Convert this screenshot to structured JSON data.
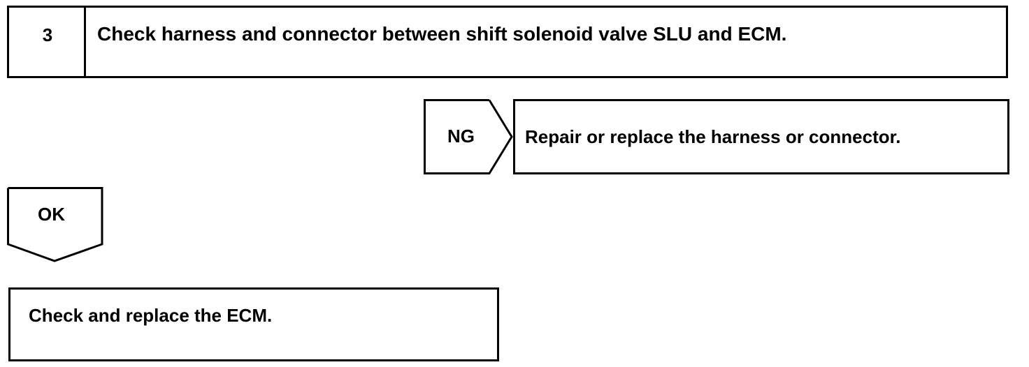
{
  "step": {
    "number": "3",
    "title": "Check harness and connector between shift solenoid valve SLU and ECM."
  },
  "ng_branch": {
    "label": "NG",
    "action": "Repair or replace the harness or connector."
  },
  "ok_branch": {
    "label": "OK",
    "action": "Check and replace the ECM."
  }
}
